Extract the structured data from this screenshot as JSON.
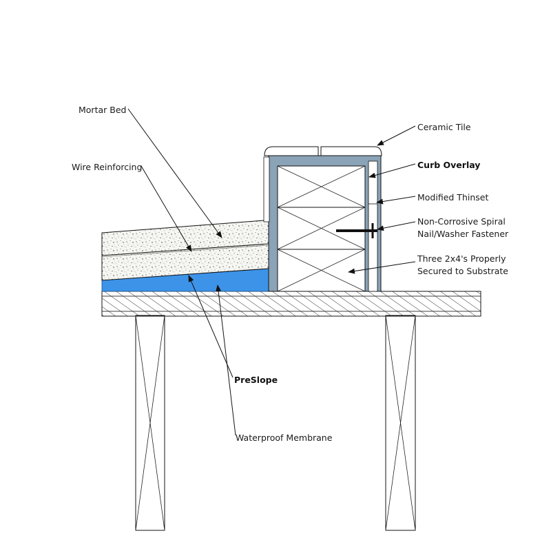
{
  "labels": {
    "mortar_bed": "Mortar Bed",
    "wire_reinforcing": "Wire Reinforcing",
    "ceramic_tile": "Ceramic Tile",
    "curb_overlay": "Curb Overlay",
    "modified_thinset": "Modified Thinset",
    "fastener_line1": "Non-Corrosive Spiral",
    "fastener_line2": "Nail/Washer Fastener",
    "lumber_line1": "Three 2x4's Properly",
    "lumber_line2": "Secured to Substrate",
    "preslope": "PreSlope",
    "waterproof_membrane": "Waterproof Membrane"
  },
  "colors": {
    "membrane": "#3d93e8",
    "curb_overlay": "#8aa3b6",
    "mortar_fill": "#f4f4f0",
    "line": "#111111"
  }
}
